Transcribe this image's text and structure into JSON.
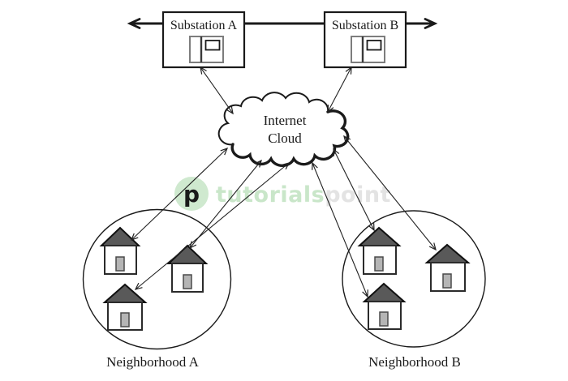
{
  "substations": [
    {
      "label": "Substation A"
    },
    {
      "label": "Substation B"
    }
  ],
  "cloud": {
    "label_line1": "Internet",
    "label_line2": "Cloud"
  },
  "neighborhoods": [
    {
      "label": "Neighborhood A",
      "house_count": 3
    },
    {
      "label": "Neighborhood B",
      "house_count": 3
    }
  ],
  "watermark": {
    "brand_primary": "tutorials",
    "brand_secondary": "point",
    "logo_glyph": "p"
  },
  "colors": {
    "line": "#1a1a1a",
    "thin_line": "#222222",
    "roof_fill": "#595959",
    "house_stroke": "#2b2b2b",
    "door_fill": "#b5b5b5",
    "door_stroke": "#4a4a4a",
    "icon_border": "#7d7d7d",
    "watermark_green": "#c9e6c9",
    "watermark_gray": "#e3e3e3",
    "watermark_logo_bg": "#cfe9cf"
  }
}
